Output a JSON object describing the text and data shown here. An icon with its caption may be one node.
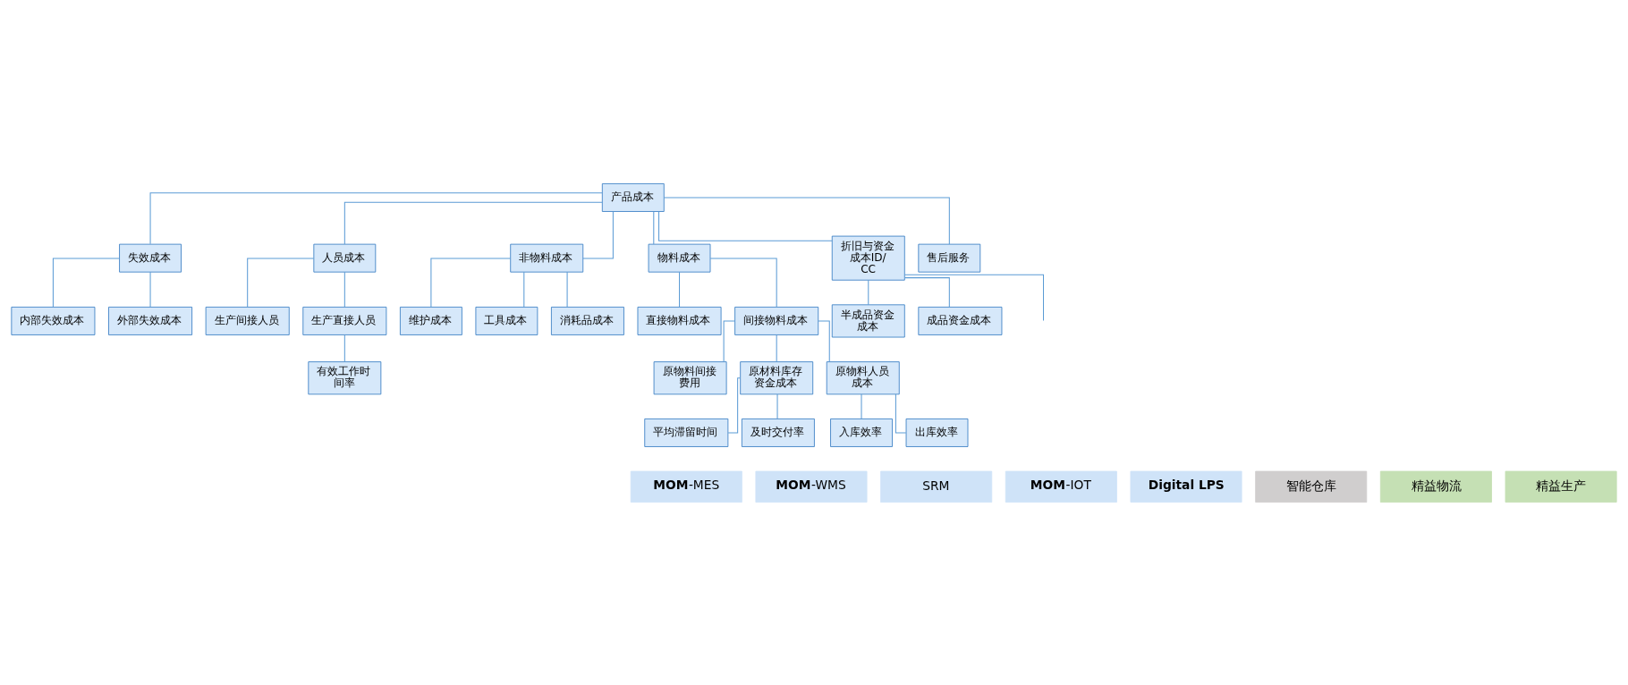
{
  "diagram": {
    "nodes": [
      {
        "text": [
          "产品成本"
        ]
      },
      {
        "text": [
          "失效成本"
        ]
      },
      {
        "text": [
          "人员成本"
        ]
      },
      {
        "text": [
          "非物料成本"
        ]
      },
      {
        "text": [
          "物料成本"
        ]
      },
      {
        "text": [
          "折旧与资金成本ID/CC"
        ]
      },
      {
        "text": [
          "售后服务"
        ]
      },
      {
        "text": [
          "生产间接人员"
        ]
      },
      {
        "text": [
          "生产直接人员"
        ]
      },
      {
        "text": [
          "维护成本"
        ]
      },
      {
        "text": [
          "工具成本"
        ]
      },
      {
        "text": [
          "消耗品成本"
        ]
      },
      {
        "text": [
          "直接物料成本"
        ]
      },
      {
        "text": [
          "间接物料成本"
        ]
      },
      {
        "text": [
          "内部失效成本"
        ]
      },
      {
        "text": [
          "外部失效成本"
        ]
      },
      {
        "text": [
          "有效工作时间率"
        ]
      },
      {
        "text": [
          "原物料间接费用"
        ]
      },
      {
        "text": [
          "原材料库存资金成本"
        ]
      },
      {
        "text": [
          "原物料人员成本"
        ]
      },
      {
        "text": [
          "半成品资金成本"
        ]
      },
      {
        "text": [
          "成品资金成本"
        ]
      },
      {
        "text": [
          "平均滞留时间"
        ]
      },
      {
        "text": [
          "及时交付率"
        ]
      },
      {
        "text": [
          "入库效率"
        ]
      },
      {
        "text": [
          "出库效率"
        ]
      },
      {
        "text": [
          "**MOM**-MES"
        ]
      },
      {
        "text": [
          "**MOM**-WMS"
        ]
      },
      {
        "text": [
          "SRM"
        ]
      },
      {
        "text": [
          "**MOM**-IOT"
        ]
      },
      {
        "text": [
          "Digital LPS"
        ]
      },
      {
        "text": [
          "智能仓库"
        ]
      },
      {
        "text": [
          "精益物流"
        ]
      },
      {
        "text": [
          "精益生产"
        ]
      }
    ],
    "edges": [
      {
        "from": 0,
        "to": 1,
        "arrow": "none"
      },
      {
        "from": 0,
        "to": 2,
        "arrow": "none"
      },
      {
        "from": 0,
        "to": 3,
        "arrow": "none"
      },
      {
        "from": 0,
        "to": 4,
        "arrow": "none"
      },
      {
        "from": 0,
        "to": 5,
        "arrow": "none"
      },
      {
        "from": 0,
        "to": 6,
        "arrow": "none"
      },
      {
        "from": 1,
        "to": 14,
        "arrow": "none"
      },
      {
        "from": 1,
        "to": 15,
        "arrow": "none"
      },
      {
        "from": 2,
        "to": 7,
        "arrow": "none"
      },
      {
        "from": 2,
        "to": 8,
        "arrow": "none"
      },
      {
        "from": 8,
        "to": 16,
        "arrow": "none"
      },
      {
        "from": 3,
        "to": 9,
        "arrow": "none"
      },
      {
        "from": 3,
        "to": 10,
        "arrow": "none"
      },
      {
        "from": 3,
        "to": 11,
        "arrow": "none"
      },
      {
        "from": 4,
        "to": 12,
        "arrow": "none"
      },
      {
        "from": 4,
        "to": 13,
        "arrow": "none"
      },
      {
        "from": 5,
        "to": 20,
        "arrow": "none"
      },
      {
        "from": 5,
        "to": 21,
        "arrow": "none"
      },
      {
        "from": 5,
        "to": null,
        "arrow": "none"
      },
      {
        "from": 13,
        "to": 17,
        "arrow": "none"
      },
      {
        "from": 13,
        "to": 18,
        "arrow": "none"
      },
      {
        "from": 13,
        "to": 19,
        "arrow": "none"
      },
      {
        "from": 18,
        "to": 22,
        "arrow": "none"
      },
      {
        "from": 18,
        "to": 23,
        "arrow": "none"
      },
      {
        "from": 19,
        "to": 24,
        "arrow": "none"
      },
      {
        "from": 19,
        "to": 25,
        "arrow": "none"
      }
    ]
  }
}
